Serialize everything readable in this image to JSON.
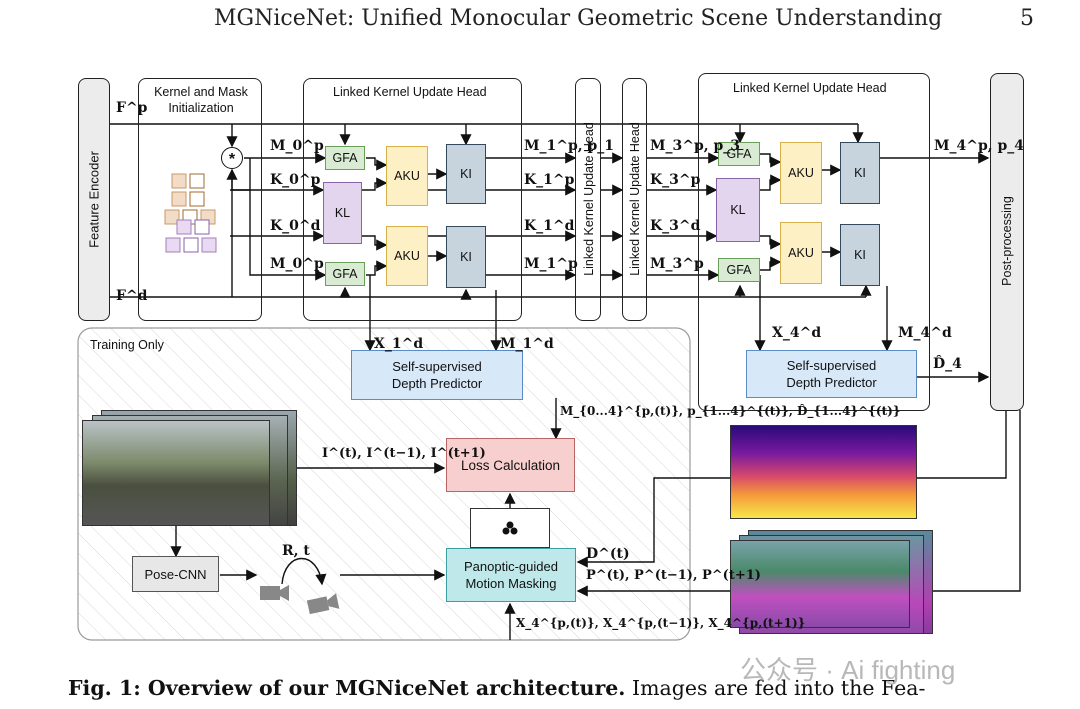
{
  "header": {
    "title": "MGNiceNet: Unified Monocular Geometric Scene Understanding",
    "page": "5"
  },
  "diagram": {
    "feature_encoder": "Feature Encoder",
    "kernel_init": "Kernel and Mask\nInitialization",
    "lkuh_left": "Linked Kernel Update Head",
    "lkuh_right": "Linked Kernel Update Head",
    "lkuh_v1": "Linked Kernel Update Head",
    "lkuh_v2": "Linked Kernel Update Head",
    "post": "Post-processing",
    "training_only": "Training Only",
    "gfa": "GFA",
    "aku": "AKU",
    "ki": "KI",
    "kl": "KL",
    "sdp": "Self-supervised\nDepth Predictor",
    "loss": "Loss Calculation",
    "pgm": "Panoptic-guided\nMotion Masking",
    "pose": "Pose-CNN",
    "star": "*",
    "math": {
      "Fp": "F^p",
      "Fd": "F^d",
      "M0p_top": "M_0^p",
      "K0p": "K_0^p",
      "K0d": "K_0^d",
      "M0p_bot": "M_0^p",
      "M1p": "M_1^p, p_1",
      "K1p": "K_1^p",
      "K1d": "K_1^d",
      "M1p_b": "M_1^p",
      "M3p": "M_3^p, p_3",
      "K3p": "K_3^p",
      "K3d": "K_3^d",
      "M3p_b": "M_3^p",
      "M4p": "M_4^p, p_4",
      "X1d": "X_1^d",
      "M1d": "M_1^d",
      "X4d": "X_4^d",
      "M4d": "M_4^d",
      "D4": "D̂_4",
      "loss_in": "M_{0...4}^{p,(t)}, p_{1...4}^{(t)}, D̂_{1...4}^{(t)}",
      "images": "I^(t), I^(t−1), I^(t+1)",
      "Rt": "R, t",
      "Dt": "D^(t)",
      "Pt": "P^(t), P^(t−1), P^(t+1)",
      "X4p": "X_4^{p,(t)}, X_4^{p,(t−1)}, X_4^{p,(t+1)}"
    }
  },
  "caption": {
    "bold": "Fig. 1: Overview of our MGNiceNet architecture.",
    "rest": " Images are fed into the Fea-"
  },
  "watermark": "公众号 · Ai fighting"
}
